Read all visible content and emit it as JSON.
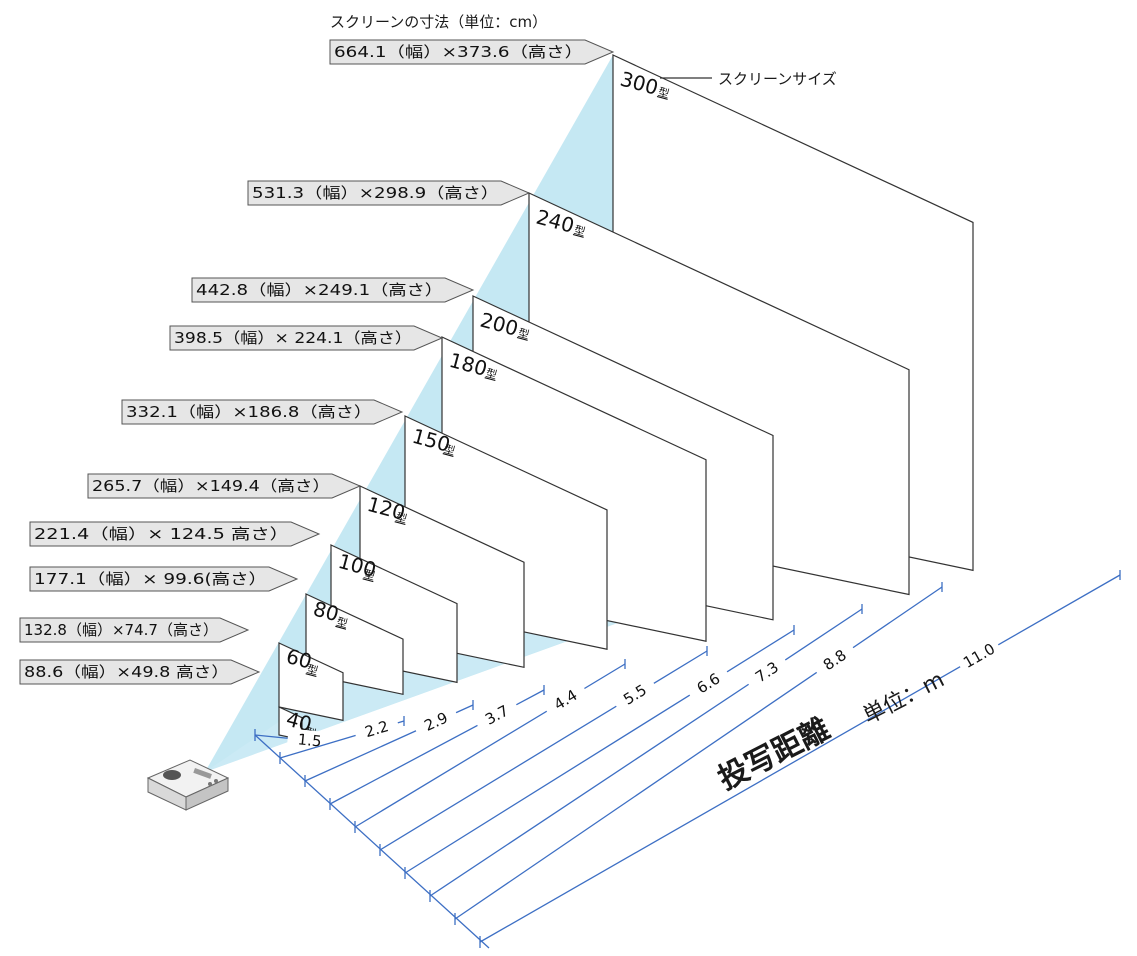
{
  "header": {
    "title": "スクリーンの寸法（単位：cm）",
    "screen_size_label": "スクリーンサイズ",
    "distance_title": "投写距離",
    "distance_unit": "単位：m"
  },
  "screen_unit_label": "型",
  "screens": [
    {
      "size": "40",
      "dims": "",
      "distance": ""
    },
    {
      "size": "60",
      "dims": "88.6（幅）×49.8 高さ）",
      "distance": "1.5"
    },
    {
      "size": "80",
      "dims": "132.8（幅）×74.7（高さ）",
      "distance": "2.2"
    },
    {
      "size": "100",
      "dims": "177.1（幅）× 99.6(高さ）",
      "distance": "2.9"
    },
    {
      "size": "120",
      "dims": "221.4（幅）× 124.5 高さ）",
      "distance": "3.7"
    },
    {
      "size": "150",
      "dims": "265.7（幅）×149.4（高さ）",
      "distance": "4.4"
    },
    {
      "size": "180",
      "dims": "332.1（幅）×186.8（高さ）",
      "distance": "5.5"
    },
    {
      "size": "200",
      "dims": "398.5（幅）× 224.1（高さ）",
      "distance": "6.6"
    },
    {
      "size": "240",
      "dims": "442.8（幅）×249.1（高さ）",
      "distance": "7.3"
    },
    {
      "size": "300",
      "dims": "531.3（幅）×298.9（高さ）",
      "distance": "8.8"
    },
    {
      "size": "",
      "dims": "664.1（幅）×373.6（高さ）",
      "distance": "11.0"
    }
  ],
  "colors": {
    "beam": "#bfe6f2",
    "screen_fill": "#ffffff",
    "screen_stroke": "#333333",
    "tag_fill": "#e6e6e6",
    "tag_stroke": "#555555",
    "dim_line": "#3d6fc4"
  },
  "icons": {
    "projector": "projector-icon"
  }
}
